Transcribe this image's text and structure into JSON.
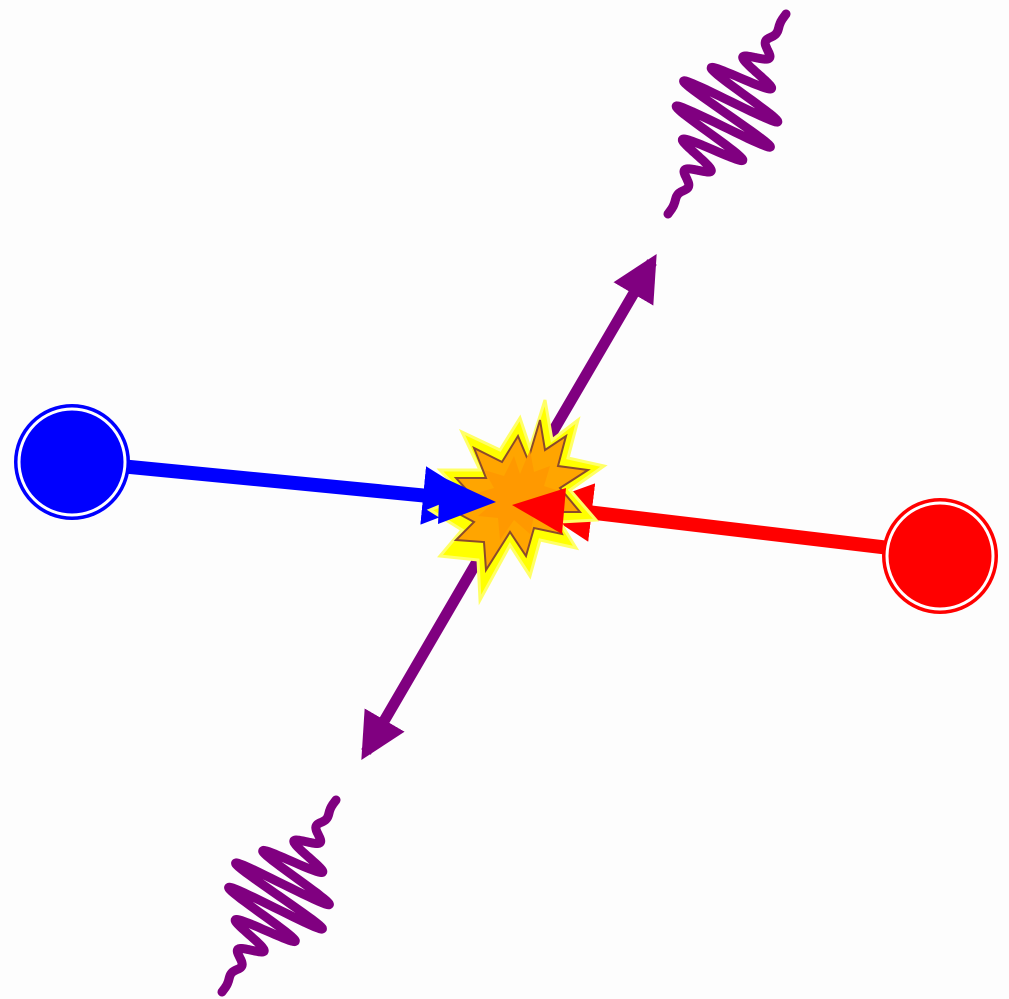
{
  "diagram": {
    "description_free": true,
    "colors": {
      "background": "#fdfdfd",
      "left_particle": "#0000ff",
      "right_particle": "#ff0000",
      "photon": "#800080",
      "burst_outer": "#ffff00",
      "burst_inner": "#ffa500",
      "burst_core": "#ff8c00",
      "ring": "#ffffff"
    },
    "elements": {
      "left_particle": "blue-particle",
      "right_particle": "red-particle",
      "collision": "collision-burst",
      "photon_up": "outgoing-photon-up",
      "photon_down": "outgoing-photon-down"
    }
  }
}
